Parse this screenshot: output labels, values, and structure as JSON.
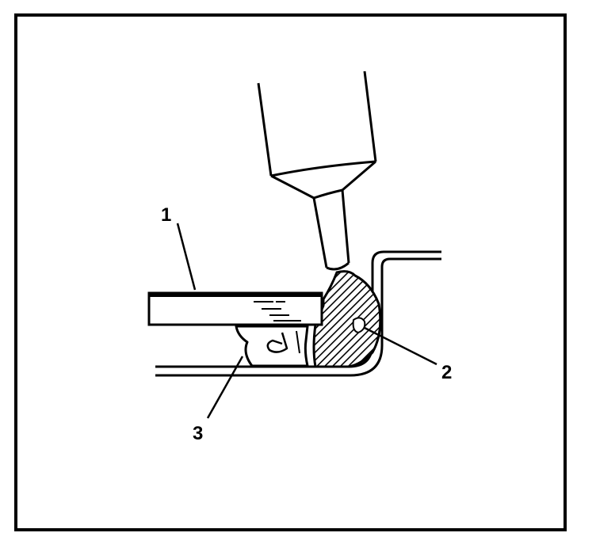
{
  "colors": {
    "ink": "#000000",
    "paper": "#ffffff"
  },
  "callouts": [
    {
      "id": "1",
      "label": "1"
    },
    {
      "id": "2",
      "label": "2"
    },
    {
      "id": "3",
      "label": "3"
    }
  ]
}
